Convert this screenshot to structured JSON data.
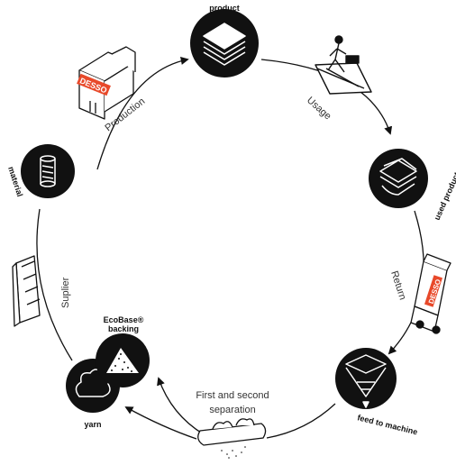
{
  "nodes": {
    "product": "product",
    "used_product": "used product",
    "feed_to_machine": "feed to machine",
    "yarn": "yarn",
    "material": "material",
    "ecobase_line1": "EcoBase®",
    "ecobase_line2": "backing"
  },
  "edges": {
    "usage": "Usage",
    "return": "Return",
    "separation_line1": "First and second",
    "separation_line2": "separation",
    "suplier": "Suplier",
    "production": "Production"
  },
  "brand": {
    "logo_text": "DESSO",
    "accent_color": "#e8492a"
  },
  "icons": {
    "product": "stacked-layers-icon",
    "used_product": "folded-layers-icon",
    "feed_to_machine": "funnel-icon",
    "yarn": "cloud-icon",
    "material": "spool-icon",
    "ecobase": "pile-icon",
    "factory": "factory-icon",
    "walker": "walking-person-icon",
    "truck": "truck-icon",
    "conveyor": "conveyor-icon",
    "warehouse": "warehouse-icon"
  }
}
